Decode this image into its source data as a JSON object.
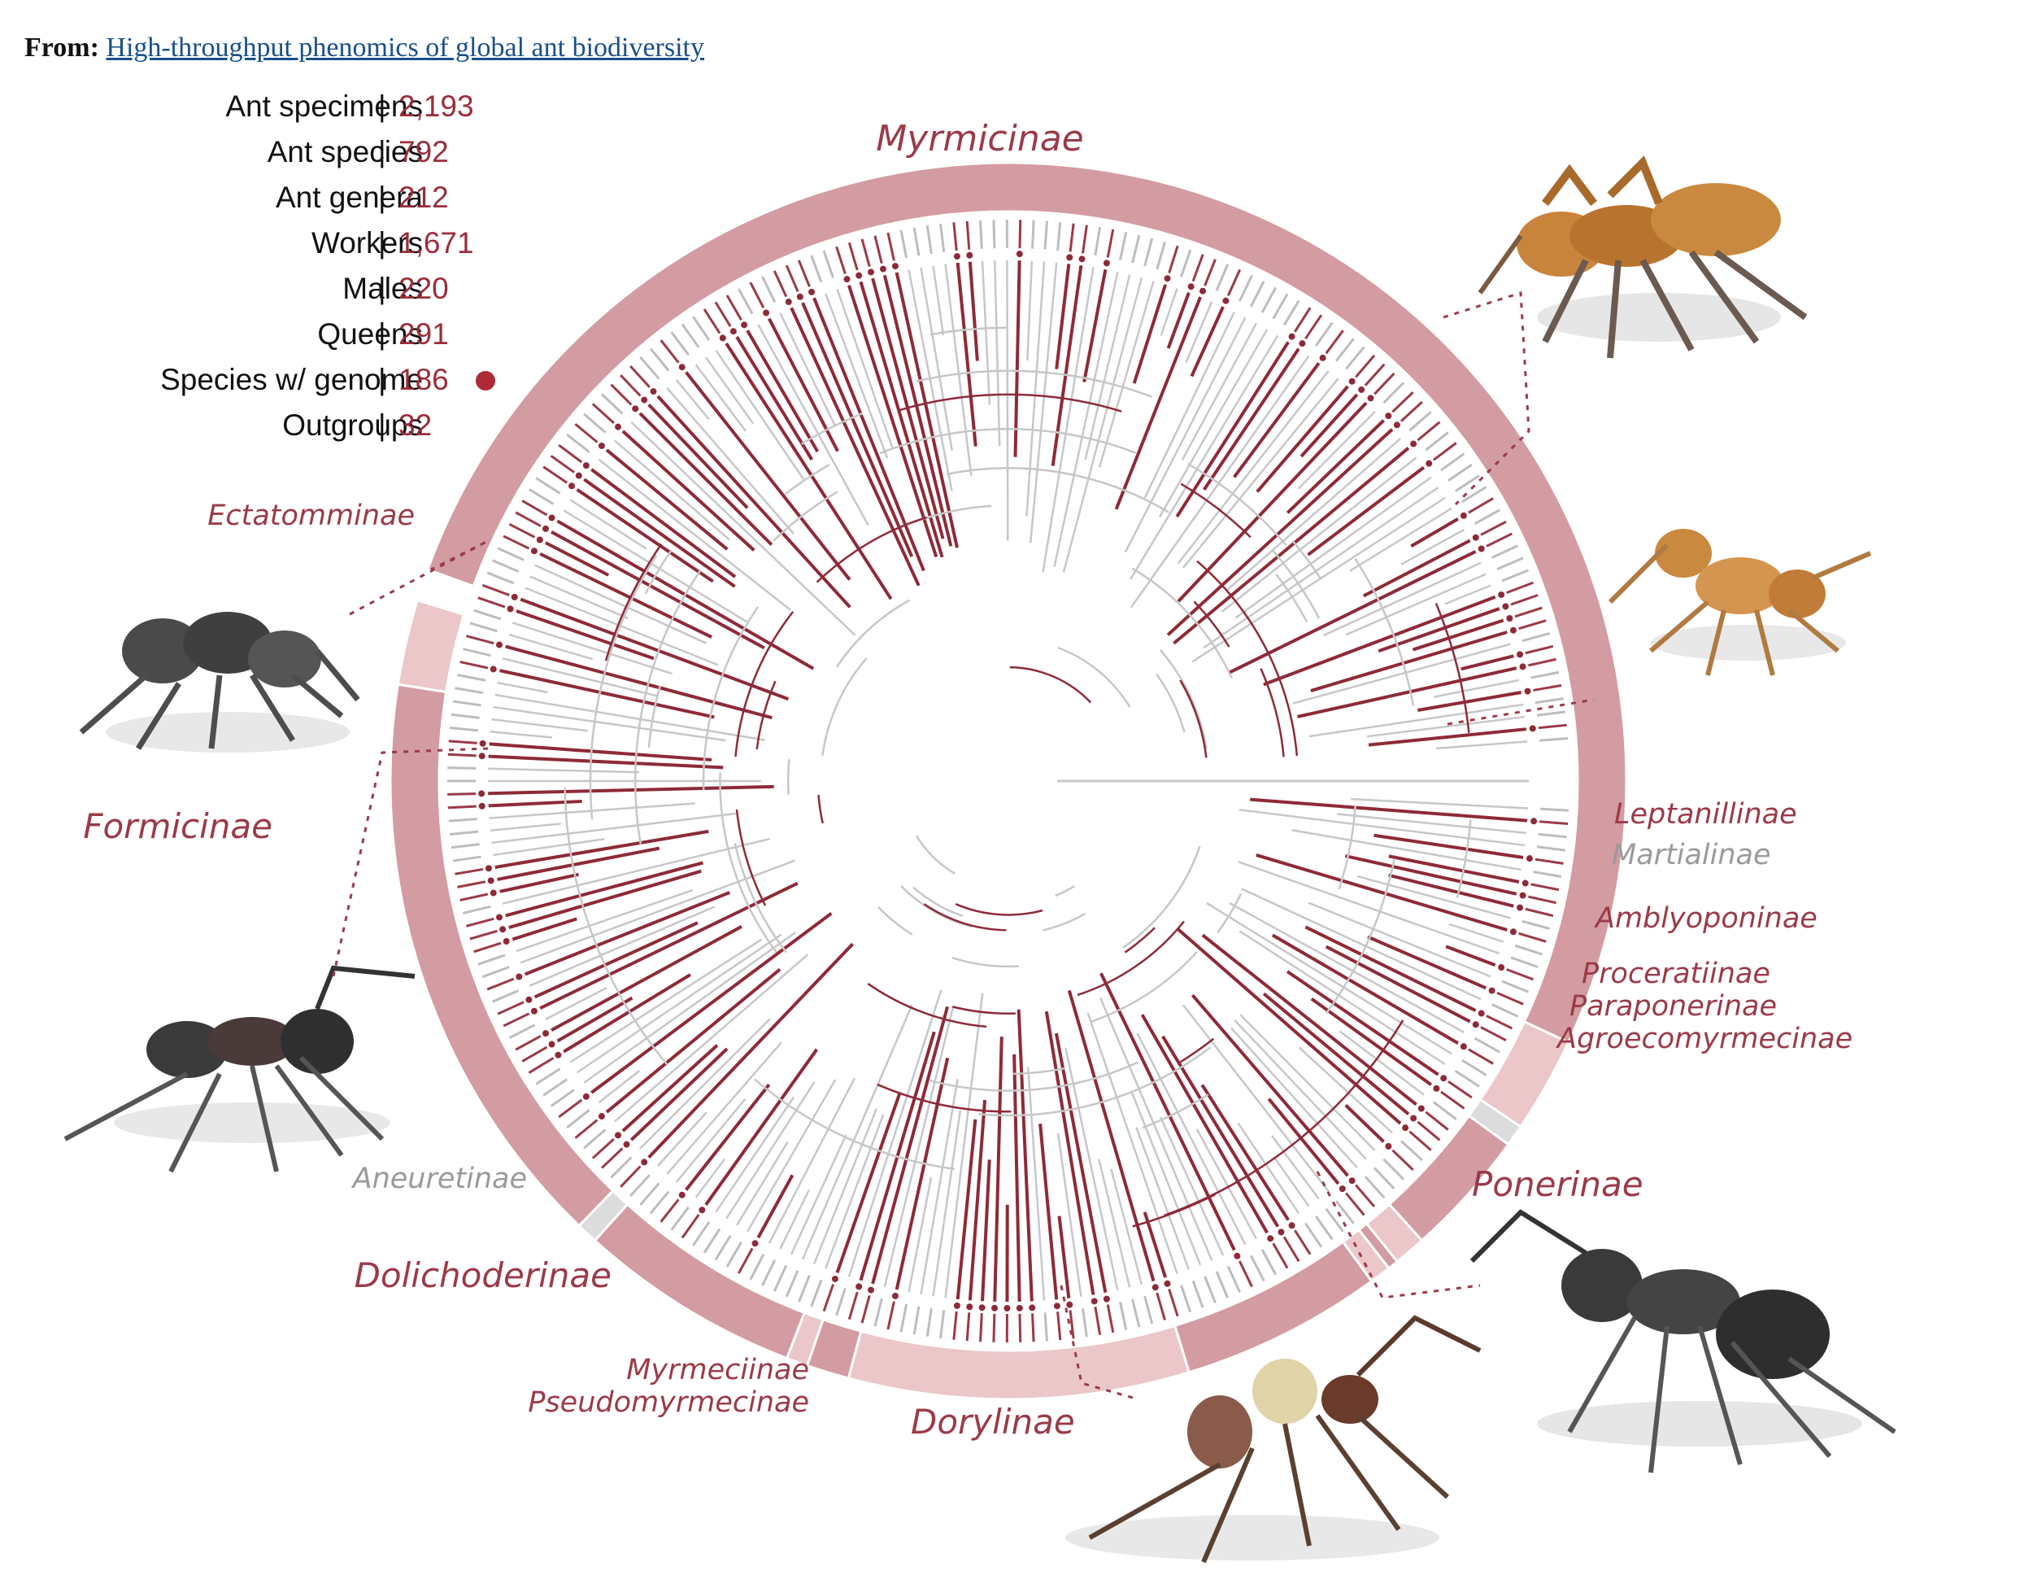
{
  "header": {
    "from_label": "From:",
    "article_title": "High-throughput phenomics of global ant biodiversity"
  },
  "stats": [
    {
      "label": "Ant specimens",
      "value": "2,193"
    },
    {
      "label": "Ant species",
      "value": "792"
    },
    {
      "label": "Ant genera",
      "value": "212"
    },
    {
      "label": "Workers",
      "value": "1,671"
    },
    {
      "label": "Males",
      "value": "220"
    },
    {
      "label": "Queens",
      "value": "291"
    },
    {
      "label": "Species w/ genome",
      "value": "186"
    },
    {
      "label": "Outgroups",
      "value": "32"
    }
  ],
  "separator": "|",
  "subfamilies": [
    {
      "name": "Myrmicinae",
      "start_deg": -70,
      "end_deg": 115,
      "tone": "dark"
    },
    {
      "name": "Leptanillinae",
      "start_deg": 115,
      "end_deg": 124,
      "tone": "light"
    },
    {
      "name": "Martialinae",
      "start_deg": 124,
      "end_deg": 126,
      "tone": "grey"
    },
    {
      "name": "Amblyoponinae",
      "start_deg": 126,
      "end_deg": 138,
      "tone": "dark"
    },
    {
      "name": "Proceratiinae",
      "start_deg": 138,
      "end_deg": 141,
      "tone": "light"
    },
    {
      "name": "Paraponerinae",
      "start_deg": 141,
      "end_deg": 142,
      "tone": "dark"
    },
    {
      "name": "Agroecomyrmecinae",
      "start_deg": 142,
      "end_deg": 144,
      "tone": "light"
    },
    {
      "name": "Ponerinae",
      "start_deg": 144,
      "end_deg": 163,
      "tone": "dark"
    },
    {
      "name": "Dorylinae",
      "start_deg": 163,
      "end_deg": 195,
      "tone": "light"
    },
    {
      "name": "Pseudomyrmecinae",
      "start_deg": 195,
      "end_deg": 199,
      "tone": "dark"
    },
    {
      "name": "Myrmeciinae",
      "start_deg": 199,
      "end_deg": 201,
      "tone": "light"
    },
    {
      "name": "Dolichoderinae",
      "start_deg": 201,
      "end_deg": 222,
      "tone": "dark"
    },
    {
      "name": "Aneuretinae",
      "start_deg": 222,
      "end_deg": 224,
      "tone": "grey"
    },
    {
      "name": "Formicinae",
      "start_deg": 224,
      "end_deg": 279,
      "tone": "dark"
    },
    {
      "name": "Ectatomminae",
      "start_deg": 279,
      "end_deg": 287,
      "tone": "light"
    }
  ],
  "colors": {
    "ring_dark": "#d39ca2",
    "ring_light": "#ebc7ca",
    "ring_grey": "#dcdcdc",
    "genome_branch": "#8e2a38",
    "plain_branch": "#c7c7c7",
    "label_red": "#9b3a48",
    "label_grey": "#9a9a9a",
    "accent_dot": "#b02a35"
  }
}
